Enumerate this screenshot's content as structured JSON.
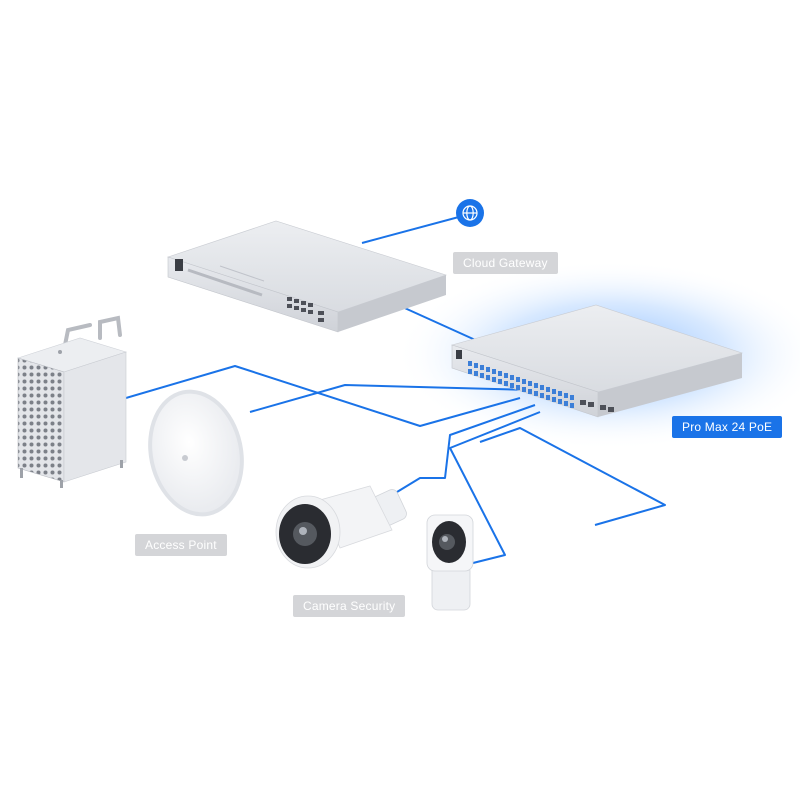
{
  "labels": {
    "cloud_gateway": "Cloud Gateway",
    "pro_switch": "Pro Max 24 PoE",
    "access_point": "Access Point",
    "camera_security": "Camera Security"
  },
  "icons": {
    "internet": "globe-icon"
  },
  "colors": {
    "link_blue": "#1a73e8",
    "label_gray": "#d4d5d8",
    "device_silver": "#dfe1e5",
    "port_blue": "#3c7fd8",
    "glow_blue": "#5aa0ff"
  }
}
